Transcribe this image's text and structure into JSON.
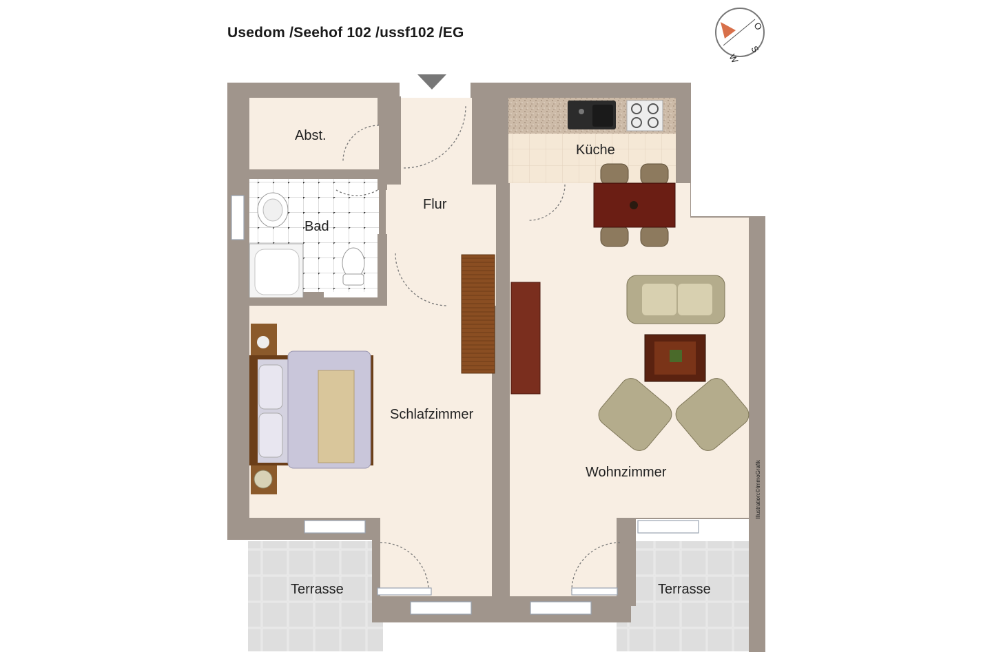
{
  "plan": {
    "title": "Usedom /Seehof 102 /ussf102 /EG",
    "compass": {
      "letters": [
        "O",
        "S",
        "W"
      ]
    },
    "credit": "Illustration:©ImmoGrafik",
    "rooms": {
      "abst": "Abst.",
      "flur": "Flur",
      "kueche": "Küche",
      "bad": "Bad",
      "schlafzimmer": "Schlafzimmer",
      "wohnzimmer": "Wohnzimmer",
      "terrasse_left": "Terrasse",
      "terrasse_right": "Terrasse"
    },
    "colors": {
      "wall": "#a0958c",
      "floor": "#f8eee3",
      "terrace": "#e3e3e3",
      "accent": "#d8704a"
    }
  }
}
